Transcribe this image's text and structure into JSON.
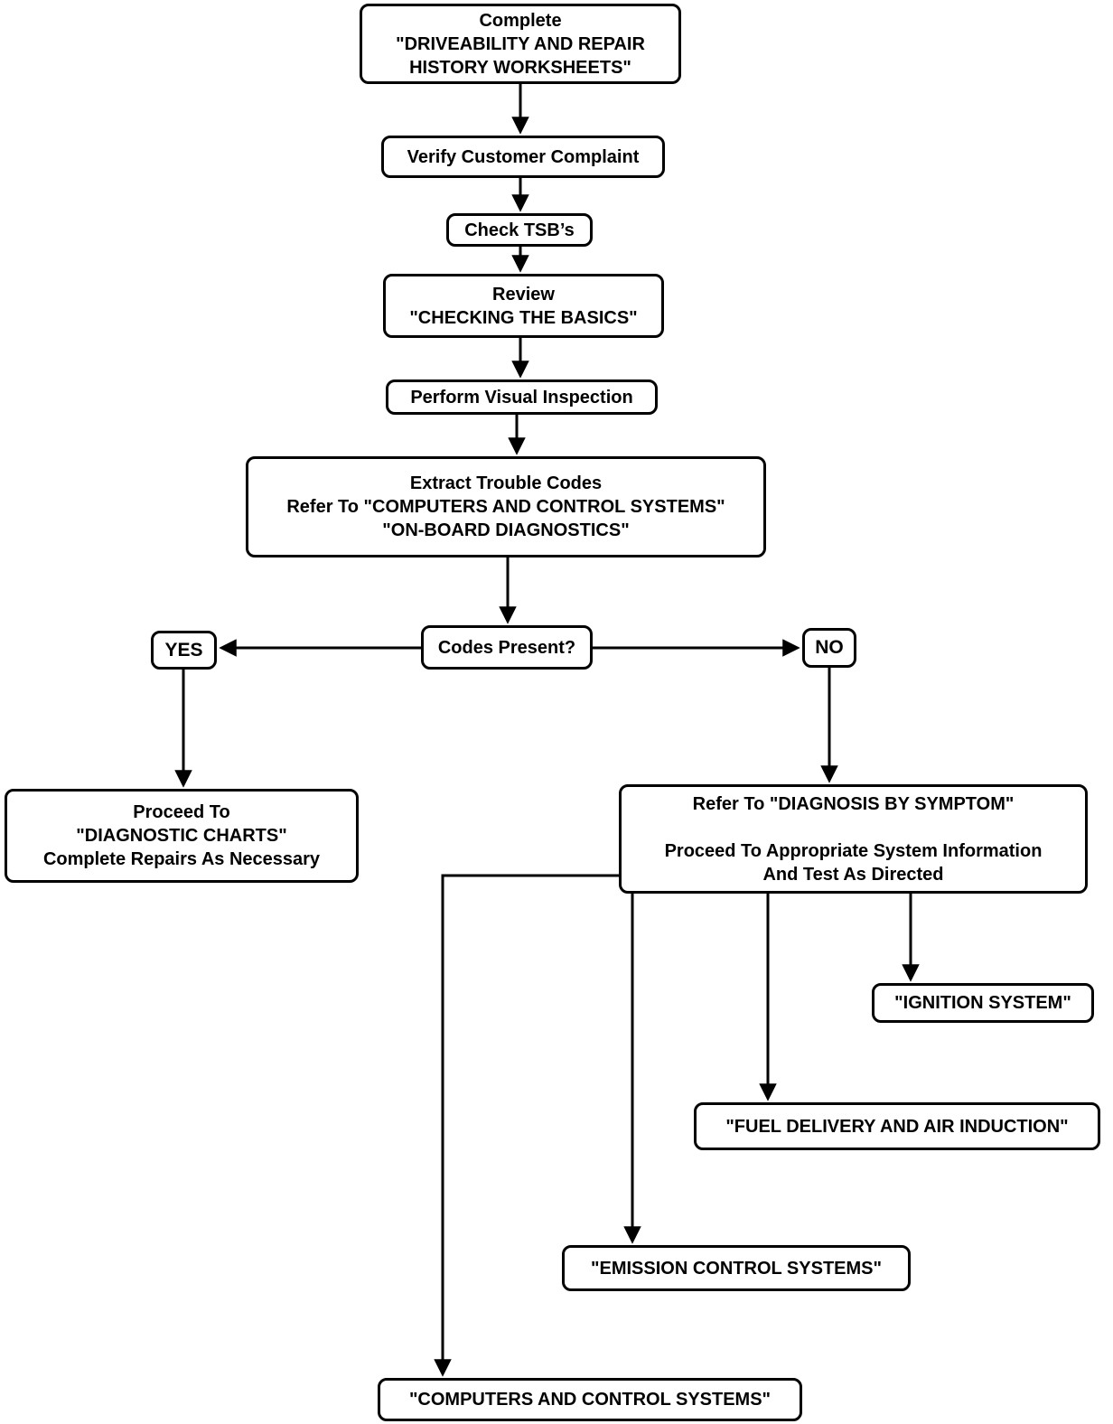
{
  "diagram": {
    "background_color": "#ffffff",
    "line_color": "#000000",
    "text_color": "#000000",
    "nodes": {
      "complete_worksheets": {
        "lines": [
          "Complete",
          "\"DRIVEABILITY AND REPAIR",
          "HISTORY WORKSHEETS\""
        ]
      },
      "verify_complaint": {
        "lines": [
          "Verify Customer Complaint"
        ]
      },
      "check_tsbs": {
        "lines": [
          "Check TSB’s"
        ]
      },
      "review_basics": {
        "lines": [
          "Review",
          "\"CHECKING THE BASICS\""
        ]
      },
      "visual_inspection": {
        "lines": [
          "Perform Visual Inspection"
        ]
      },
      "extract_codes": {
        "lines": [
          "Extract Trouble Codes",
          "Refer To \"COMPUTERS AND CONTROL SYSTEMS\"",
          "\"ON-BOARD DIAGNOSTICS\""
        ]
      },
      "codes_present": {
        "lines": [
          "Codes Present?"
        ]
      },
      "yes": {
        "lines": [
          "YES"
        ]
      },
      "no": {
        "lines": [
          "NO"
        ]
      },
      "diagnostic_charts": {
        "lines": [
          "Proceed To",
          "\"DIAGNOSTIC CHARTS\"",
          "Complete Repairs As Necessary"
        ]
      },
      "diagnosis_by_symptom": {
        "lines": [
          "Refer To \"DIAGNOSIS BY SYMPTOM\"",
          "",
          "Proceed To Appropriate System Information",
          "And Test As Directed"
        ]
      },
      "ignition_system": {
        "lines": [
          "\"IGNITION SYSTEM\""
        ]
      },
      "fuel_delivery": {
        "lines": [
          "\"FUEL DELIVERY AND AIR INDUCTION\""
        ]
      },
      "emission_control": {
        "lines": [
          "\"EMISSION CONTROL SYSTEMS\""
        ]
      },
      "computers_control": {
        "lines": [
          "\"COMPUTERS AND CONTROL SYSTEMS\""
        ]
      }
    },
    "edges": [
      {
        "from": "complete_worksheets",
        "to": "verify_complaint"
      },
      {
        "from": "verify_complaint",
        "to": "check_tsbs"
      },
      {
        "from": "check_tsbs",
        "to": "review_basics"
      },
      {
        "from": "review_basics",
        "to": "visual_inspection"
      },
      {
        "from": "visual_inspection",
        "to": "extract_codes"
      },
      {
        "from": "extract_codes",
        "to": "codes_present"
      },
      {
        "from": "codes_present",
        "to": "yes"
      },
      {
        "from": "codes_present",
        "to": "no"
      },
      {
        "from": "yes",
        "to": "diagnostic_charts"
      },
      {
        "from": "no",
        "to": "diagnosis_by_symptom"
      },
      {
        "from": "diagnosis_by_symptom",
        "to": "ignition_system"
      },
      {
        "from": "diagnosis_by_symptom",
        "to": "fuel_delivery"
      },
      {
        "from": "diagnosis_by_symptom",
        "to": "emission_control"
      },
      {
        "from": "diagnosis_by_symptom",
        "to": "computers_control"
      }
    ]
  }
}
